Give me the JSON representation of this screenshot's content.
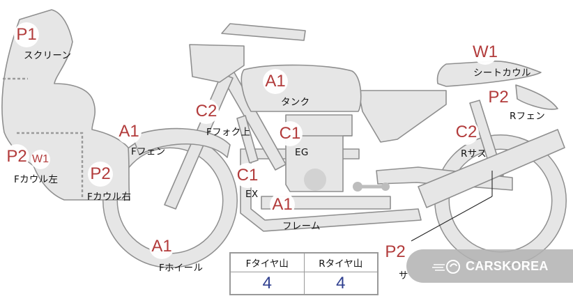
{
  "badges": [
    {
      "code": "P1",
      "label": "スクリーン"
    },
    {
      "code": "A1",
      "label": "Fフェン"
    },
    {
      "code": "P2",
      "label": ""
    },
    {
      "code": "W1",
      "label": ""
    },
    {
      "code": "P2",
      "label": "Fカウル右"
    },
    {
      "code": "C2",
      "label": "Fフォク上"
    },
    {
      "code": "A1",
      "label": "タンク"
    },
    {
      "code": "C1",
      "label": "EG"
    },
    {
      "code": "C1",
      "label": "EX"
    },
    {
      "code": "A1",
      "label": "フレーム"
    },
    {
      "code": "A1",
      "label": "Fホイール"
    },
    {
      "code": "W1",
      "label": "シートカウル"
    },
    {
      "code": "P2",
      "label": "Rフェン"
    },
    {
      "code": "C2",
      "label": "Rサス"
    },
    {
      "code": "P2",
      "label": "サ"
    }
  ],
  "extra_labels": {
    "left_cowl": "Fカウル左"
  },
  "tread": {
    "front_header": "Fタイヤ山",
    "rear_header": "Rタイヤ山",
    "front_value": "4",
    "rear_value": "4"
  },
  "watermark": {
    "text": "CARSKOREA"
  }
}
